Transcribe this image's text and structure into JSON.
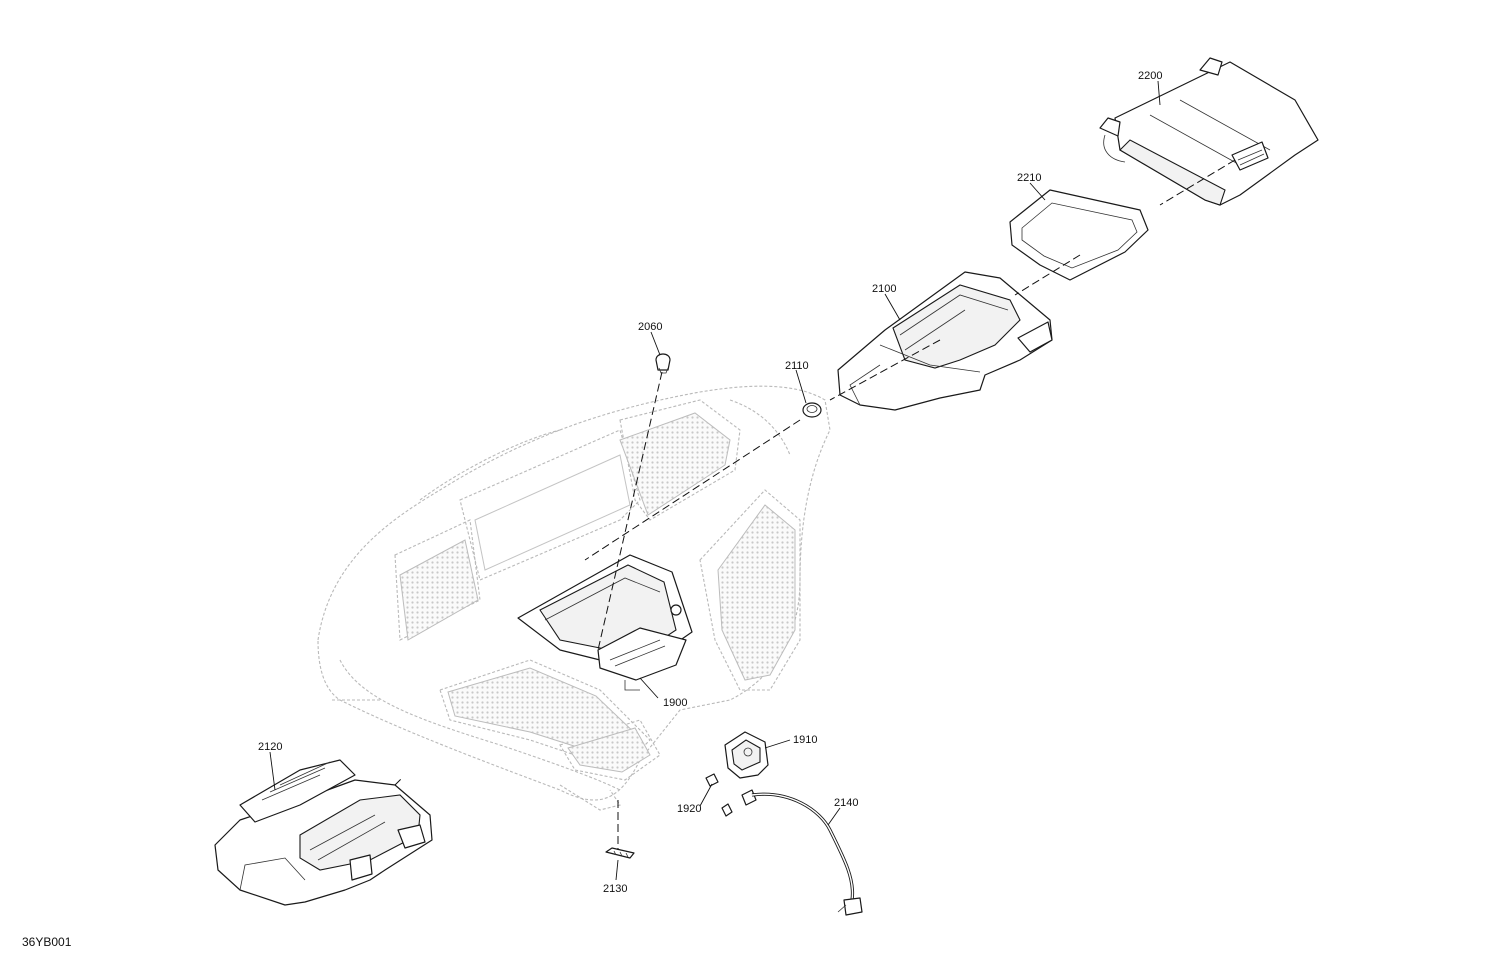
{
  "figure": {
    "reference_code": "36YB001",
    "callouts": {
      "c2200": "2200",
      "c2210": "2210",
      "c2100": "2100",
      "c2110": "2110",
      "c2060": "2060",
      "c1900": "1900",
      "c1910": "1910",
      "c1920": "1920",
      "c2120": "2120",
      "c2130": "2130",
      "c2140": "2140"
    }
  }
}
